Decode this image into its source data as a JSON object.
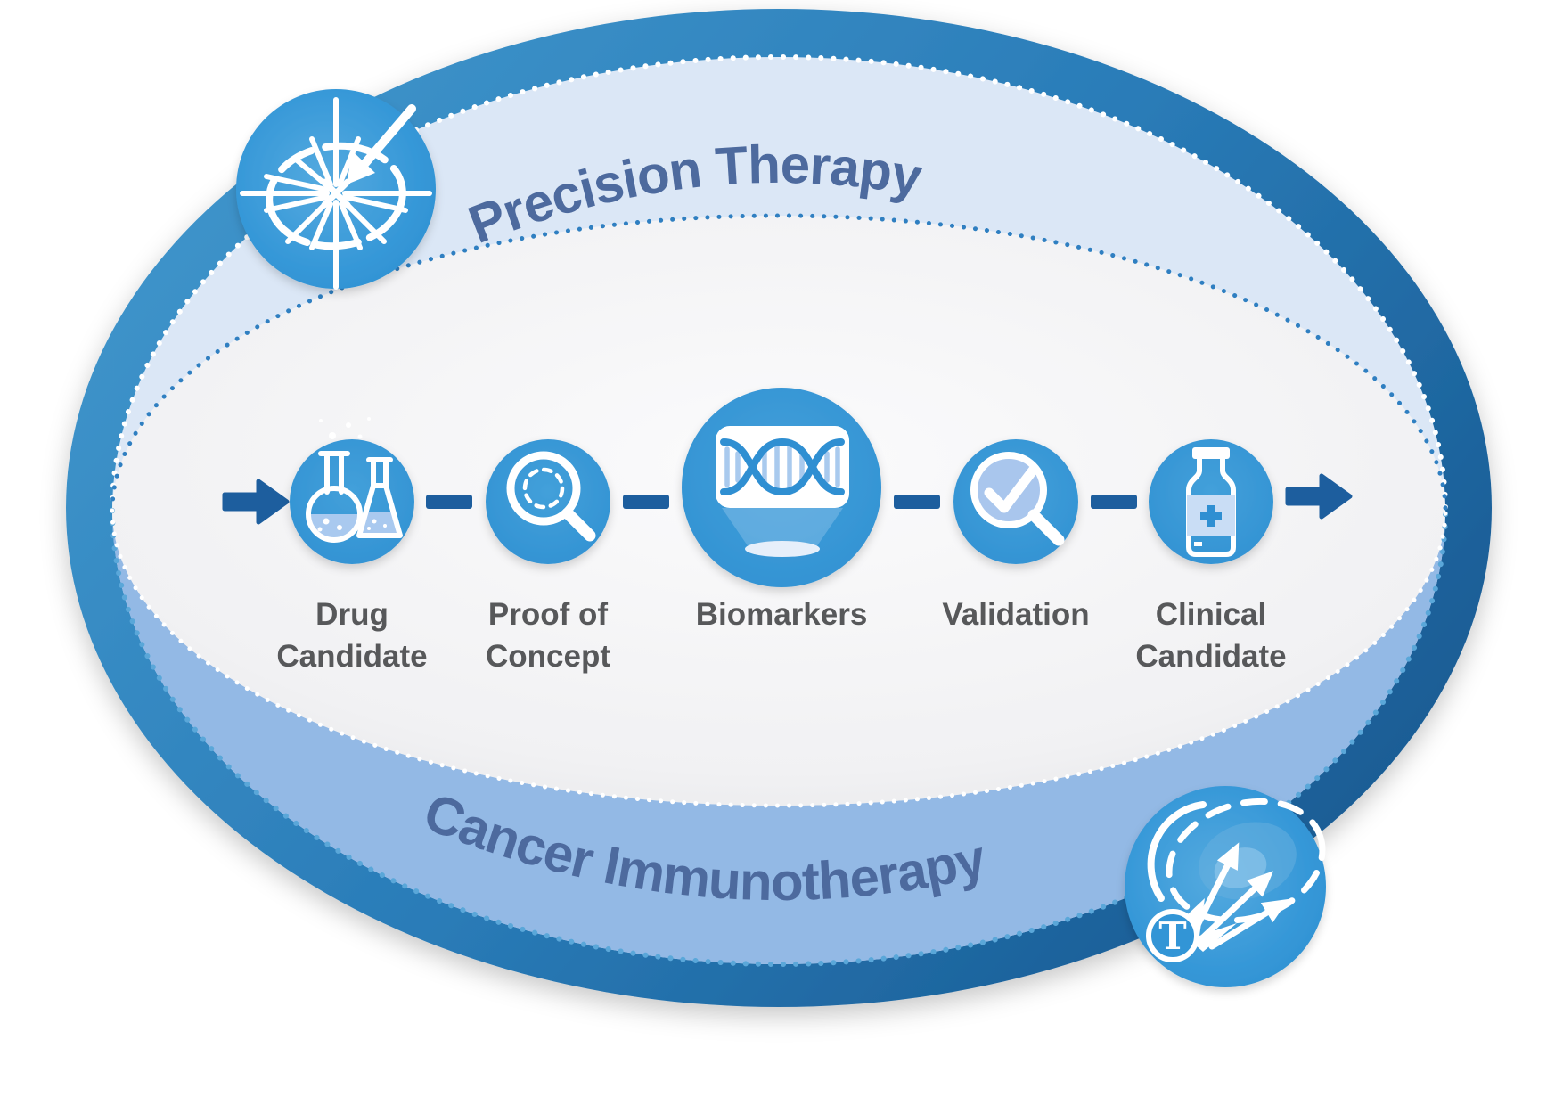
{
  "diagram": {
    "type": "drug-development-pipeline",
    "title_top": "Precision Therapy",
    "title_bottom": "Cancer Immunotherapy",
    "stages": [
      {
        "label": "Drug Candidate",
        "lines": [
          "Drug",
          "Candidate"
        ],
        "icon": "flasks-icon"
      },
      {
        "label": "Proof of Concept",
        "lines": [
          "Proof of",
          "Concept"
        ],
        "icon": "magnifier-dashed-cell-icon"
      },
      {
        "label": "Biomarkers",
        "lines": [
          "Biomarkers"
        ],
        "icon": "dna-scan-icon"
      },
      {
        "label": "Validation",
        "lines": [
          "Validation"
        ],
        "icon": "magnifier-check-icon"
      },
      {
        "label": "Clinical Candidate",
        "lines": [
          "Clinical",
          "Candidate"
        ],
        "icon": "medicine-bottle-icon"
      }
    ],
    "badges": [
      {
        "position": "top-left",
        "icon": "targeted-cell-icon",
        "letter": ""
      },
      {
        "position": "bottom-right",
        "icon": "t-cell-attack-icon",
        "letter": "T"
      }
    ],
    "colors": {
      "outer_ring_left": "#4096cc",
      "outer_ring_right": "#175890",
      "precision_band": "#dbe7f6",
      "immunotherapy_band": "#93b9e5",
      "inner_ellipse": "#efeff1",
      "node_circle": "#3295d6",
      "connector_navy": "#1d5e9e",
      "title_text": "#4d6a9e",
      "label_text": "#57585a",
      "icon_liquid": "#a9c9ef"
    }
  }
}
